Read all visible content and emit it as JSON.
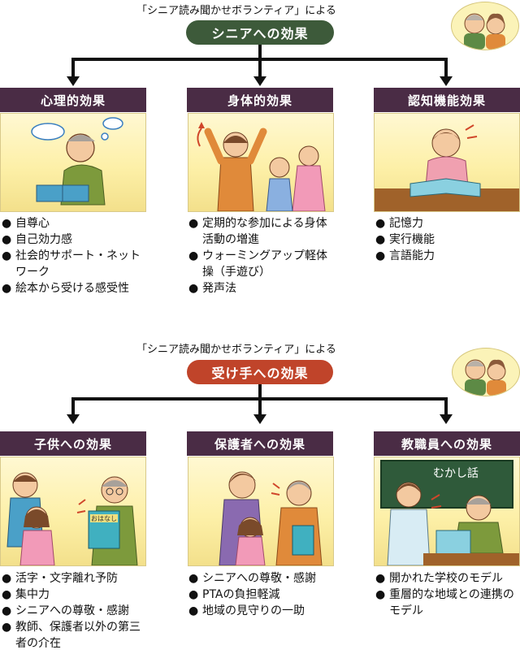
{
  "sections": [
    {
      "caption": "「シニア読み聞かせボランティア」による",
      "title": "シニアへの効果",
      "title_color": "#3d5a3a",
      "categories": [
        {
          "title": "心理的効果",
          "title_color": "#4a2c45",
          "items": [
            "自尊心",
            "自己効力感",
            "社会的サポート・ネットワーク",
            "絵本から受ける感受性"
          ]
        },
        {
          "title": "身体的効果",
          "title_color": "#4a2c45",
          "items": [
            "定期的な参加による身体活動の増進",
            "ウォーミングアップ軽体操（手遊び）",
            "発声法"
          ]
        },
        {
          "title": "認知機能効果",
          "title_color": "#4a2c45",
          "items": [
            "記憶力",
            "実行機能",
            "言語能力"
          ]
        }
      ]
    },
    {
      "caption": "「シニア読み聞かせボランティア」による",
      "title": "受け手への効果",
      "title_color": "#c0442a",
      "categories": [
        {
          "title": "子供への効果",
          "title_color": "#4a2c45",
          "items": [
            "活字・文字離れ予防",
            "集中力",
            "シニアへの尊敬・感謝",
            "教師、保護者以外の第三者の介在"
          ],
          "book_label": "おはなし"
        },
        {
          "title": "保護者への効果",
          "title_color": "#4a2c45",
          "items": [
            "シニアへの尊敬・感謝",
            "PTAの負担軽減",
            "地域の見守りの一助"
          ]
        },
        {
          "title": "教職員への効果",
          "title_color": "#4a2c45",
          "items": [
            "開かれた学校のモデル",
            "重層的な地域との連携のモデル"
          ],
          "board_label": "むかし話"
        }
      ]
    }
  ]
}
